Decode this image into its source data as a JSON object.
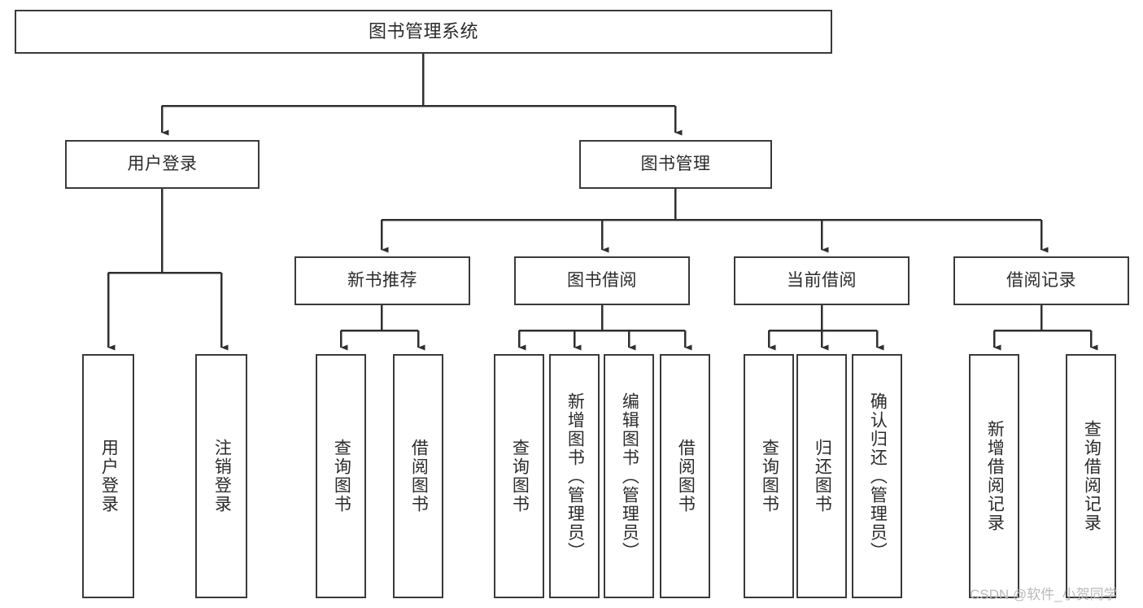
{
  "diagram": {
    "title": "图书管理系统",
    "type": "hierarchy-tree",
    "orientation": "top-down",
    "theme": {
      "background": "#ffffff",
      "node_stroke": "#3a3a3a",
      "node_fill": "#ffffff",
      "edge_stroke": "#2f2f2f",
      "text_color": "#2b2b2b",
      "watermark_color": "#b9b9b9"
    },
    "levels": [
      {
        "level": 1,
        "nodes": [
          {
            "id": "root",
            "label": "图书管理系统",
            "text_direction": "horizontal"
          }
        ]
      },
      {
        "level": 2,
        "nodes": [
          {
            "id": "user-login",
            "label": "用户登录",
            "text_direction": "horizontal",
            "parent": "root"
          },
          {
            "id": "book-manage",
            "label": "图书管理",
            "text_direction": "horizontal",
            "parent": "root"
          }
        ]
      },
      {
        "level": 3,
        "nodes": [
          {
            "id": "new-book-rec",
            "label": "新书推荐",
            "text_direction": "horizontal",
            "parent": "book-manage"
          },
          {
            "id": "book-borrow",
            "label": "图书借阅",
            "text_direction": "horizontal",
            "parent": "book-manage"
          },
          {
            "id": "current-borrow",
            "label": "当前借阅",
            "text_direction": "horizontal",
            "parent": "book-manage"
          },
          {
            "id": "borrow-record",
            "label": "借阅记录",
            "text_direction": "horizontal",
            "parent": "book-manage"
          }
        ]
      },
      {
        "level": 4,
        "nodes": [
          {
            "id": "leaf-user-login",
            "label": "用户登录",
            "text_direction": "vertical",
            "parent": "user-login"
          },
          {
            "id": "leaf-logout",
            "label": "注销登录",
            "text_direction": "vertical",
            "parent": "user-login"
          },
          {
            "id": "leaf-query-book-1",
            "label": "查询图书",
            "text_direction": "vertical",
            "parent": "new-book-rec"
          },
          {
            "id": "leaf-borrow-book-1",
            "label": "借阅图书",
            "text_direction": "vertical",
            "parent": "new-book-rec"
          },
          {
            "id": "leaf-query-book-2",
            "label": "查询图书",
            "text_direction": "vertical",
            "parent": "book-borrow"
          },
          {
            "id": "leaf-add-book",
            "label": "新增图书（管理员）",
            "text_direction": "vertical",
            "parent": "book-borrow"
          },
          {
            "id": "leaf-edit-book",
            "label": "编辑图书（管理员）",
            "text_direction": "vertical",
            "parent": "book-borrow"
          },
          {
            "id": "leaf-borrow-book-2",
            "label": "借阅图书",
            "text_direction": "vertical",
            "parent": "book-borrow"
          },
          {
            "id": "leaf-query-book-3",
            "label": "查询图书",
            "text_direction": "vertical",
            "parent": "current-borrow"
          },
          {
            "id": "leaf-return-book",
            "label": "归还图书",
            "text_direction": "vertical",
            "parent": "current-borrow"
          },
          {
            "id": "leaf-confirm-return",
            "label": "确认归还（管理员）",
            "text_direction": "vertical",
            "parent": "current-borrow"
          },
          {
            "id": "leaf-add-record",
            "label": "新增借阅记录",
            "text_direction": "vertical",
            "parent": "borrow-record"
          },
          {
            "id": "leaf-query-record",
            "label": "查询借阅记录",
            "text_direction": "vertical",
            "parent": "borrow-record"
          }
        ]
      }
    ]
  },
  "watermark": {
    "text": "CSDN @软件_小贺同学"
  }
}
